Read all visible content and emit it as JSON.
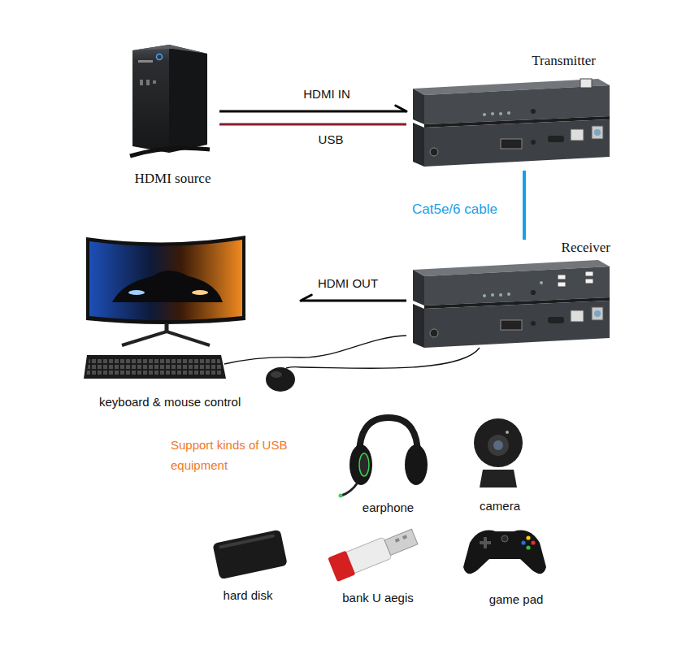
{
  "diagram": {
    "nodes": [
      {
        "text": [
          "HDMI source"
        ]
      },
      {
        "text": [
          "Transmitter"
        ]
      },
      {
        "text": [
          "Receiver"
        ]
      },
      {
        "text": [
          "keyboard & mouse control"
        ]
      },
      {
        "text": [
          "earphone"
        ]
      },
      {
        "text": [
          "camera"
        ]
      },
      {
        "text": [
          "hard disk"
        ]
      },
      {
        "text": [
          "bank U aegis"
        ]
      },
      {
        "text": [
          "game pad"
        ]
      }
    ],
    "edges": [
      {
        "from": 0,
        "to": 1,
        "label": "HDMI IN",
        "arrow": "to"
      },
      {
        "from": 0,
        "to": 1,
        "label": "USB",
        "arrow": "none"
      },
      {
        "from": 1,
        "to": 2,
        "label": "Cat5e/6 cable",
        "arrow": "none"
      },
      {
        "from": 2,
        "to": 3,
        "label": "HDMI OUT",
        "arrow": "to"
      },
      {
        "from": 2,
        "to": 3,
        "arrow": "none"
      },
      {
        "from": 2,
        "to": 3,
        "arrow": "none"
      }
    ],
    "labels": [
      "Support kinds of USB equipment"
    ]
  }
}
